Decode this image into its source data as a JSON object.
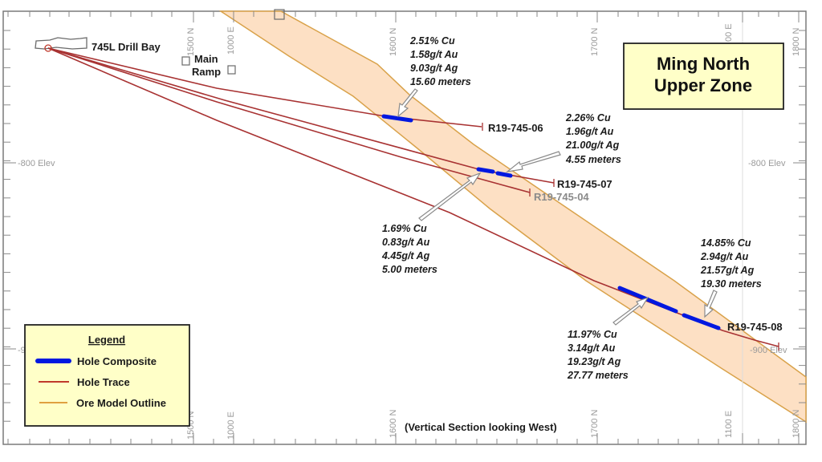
{
  "title": {
    "lines": [
      "Ming North",
      "Upper Zone"
    ],
    "background": "#ffffc8"
  },
  "caption": "(Vertical Section looking West)",
  "axes": {
    "northings": [
      "1500 N",
      "1600 N",
      "1700 N",
      "1800 N"
    ],
    "eastings": [
      "1000 E",
      "1100 E"
    ],
    "elevations": [
      "-800 Elev",
      "-900 Elev"
    ],
    "top_easting_partial": "00 E",
    "left_elev_partial": "-9"
  },
  "infrastructure": {
    "drill_bay": "745L Drill Bay",
    "ramp_lines": [
      "Main",
      "Ramp"
    ]
  },
  "holes": [
    {
      "id": "R19-745-06",
      "label_color": "#1a1a1a"
    },
    {
      "id": "R19-745-07",
      "label_color": "#1a1a1a"
    },
    {
      "id": "R19-745-04",
      "label_color": "#8a8a8a"
    },
    {
      "id": "R19-745-08",
      "label_color": "#1a1a1a"
    }
  ],
  "intercepts": [
    {
      "hole": "R19-745-06",
      "lines": [
        "2.51% Cu",
        "1.58g/t Au",
        "9.03g/t Ag",
        "15.60 meters"
      ],
      "cu_pct": 2.51,
      "au_gpt": 1.58,
      "ag_gpt": 9.03,
      "length_m": 15.6
    },
    {
      "hole": "R19-745-07",
      "lines": [
        "2.26% Cu",
        "1.96g/t Au",
        "21.00g/t Ag",
        "4.55 meters"
      ],
      "cu_pct": 2.26,
      "au_gpt": 1.96,
      "ag_gpt": 21.0,
      "length_m": 4.55
    },
    {
      "hole": "R19-745-07",
      "lines": [
        "1.69% Cu",
        "0.83g/t Au",
        "4.45g/t Ag",
        "5.00 meters"
      ],
      "cu_pct": 1.69,
      "au_gpt": 0.83,
      "ag_gpt": 4.45,
      "length_m": 5.0
    },
    {
      "hole": "R19-745-08",
      "lines": [
        "14.85% Cu",
        "2.94g/t Au",
        "21.57g/t Ag",
        "19.30 meters"
      ],
      "cu_pct": 14.85,
      "au_gpt": 2.94,
      "ag_gpt": 21.57,
      "length_m": 19.3
    },
    {
      "hole": "R19-745-08",
      "lines": [
        "11.97% Cu",
        "3.14g/t Au",
        "19.23g/t Ag",
        "27.77 meters"
      ],
      "cu_pct": 11.97,
      "au_gpt": 3.14,
      "ag_gpt": 19.23,
      "length_m": 27.77
    }
  ],
  "legend": {
    "title": "Legend",
    "items": [
      {
        "label": "Hole Composite",
        "color": "#0018e0"
      },
      {
        "label": "Hole Trace",
        "color": "#c0392b"
      },
      {
        "label": "Ore Model Outline",
        "color": "#e0a040"
      }
    ]
  },
  "colors": {
    "ore_fill": "#fde0c4",
    "ore_outline": "#d9a24a",
    "hole_trace": "#a83232",
    "composite": "#0018e0",
    "axis": "#7a7a7a"
  }
}
